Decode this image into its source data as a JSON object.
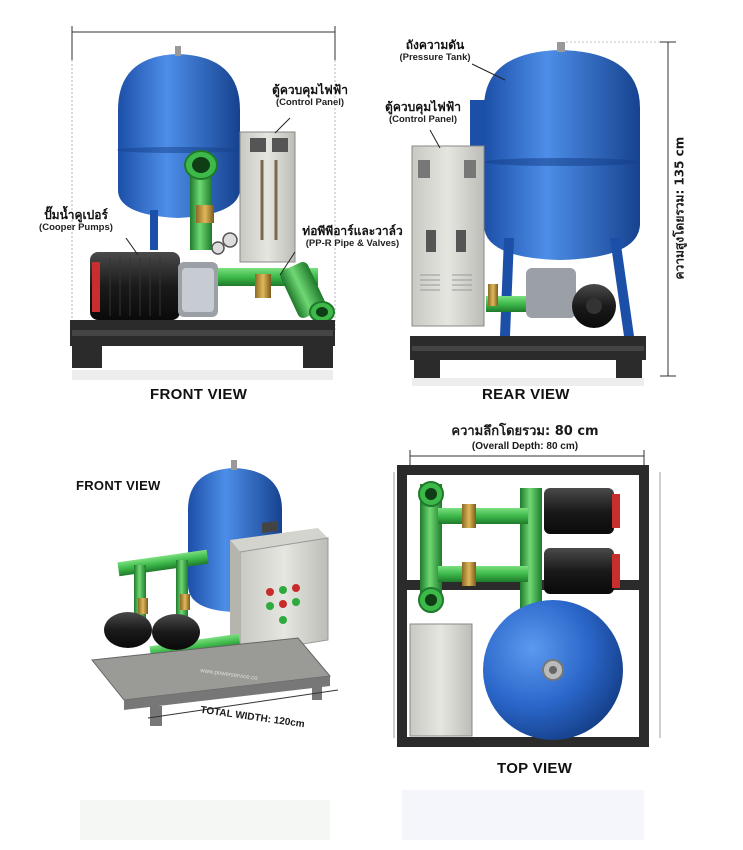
{
  "views": {
    "front_top": "FRONT VIEW",
    "rear": "REAR VIEW",
    "front_iso": "FRONT VIEW",
    "top": "TOP VIEW"
  },
  "labels": {
    "control_panel_front_th": "ตู้ควบคุมไฟฟ้า",
    "control_panel_front_en": "(Control Panel)",
    "cooper_pumps_th": "ปั๊มน้ำคูเปอร์",
    "cooper_pumps_en": "(Cooper Pumps)",
    "ppr_pipe_th": "ท่อพีพีอาร์และวาล์ว",
    "ppr_pipe_en": "(PP-R Pipe & Valves)",
    "pressure_tank_th": "ถังความดัน",
    "pressure_tank_en": "(Pressure Tank)",
    "control_panel_rear_th": "ตู้ควบคุมไฟฟ้า",
    "control_panel_rear_en": "(Control Panel)"
  },
  "dimensions": {
    "height": "ความสูงโดยรวม: 135 cm",
    "depth_th": "ความลึกโดยรวม: 80 cm",
    "depth_en": "(Overall Depth: 80 cm)",
    "total_width": "TOTAL WIDTH: 120cm"
  },
  "watermark": "www.powerservice.co",
  "colors": {
    "tank_blue": "#2a66c9",
    "pipe_green": "#3db94a",
    "frame_dark": "#2b2b2b",
    "panel_grey": "#d9d9d4"
  }
}
